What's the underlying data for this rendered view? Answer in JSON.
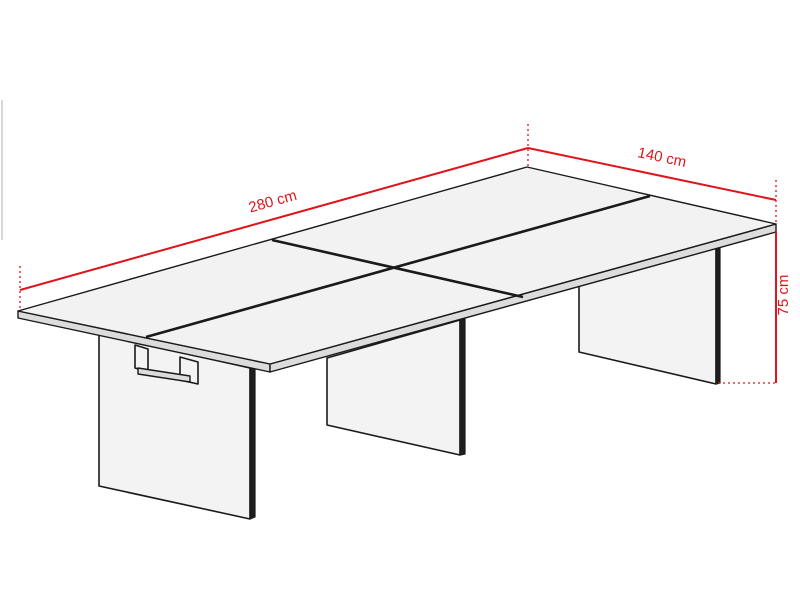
{
  "dimensions": {
    "length": "280 cm",
    "depth": "140 cm",
    "height": "75 cm"
  },
  "colors": {
    "dimension": "#e0141c",
    "outline": "#1a1a1a",
    "surface": "#f2f2f2"
  }
}
